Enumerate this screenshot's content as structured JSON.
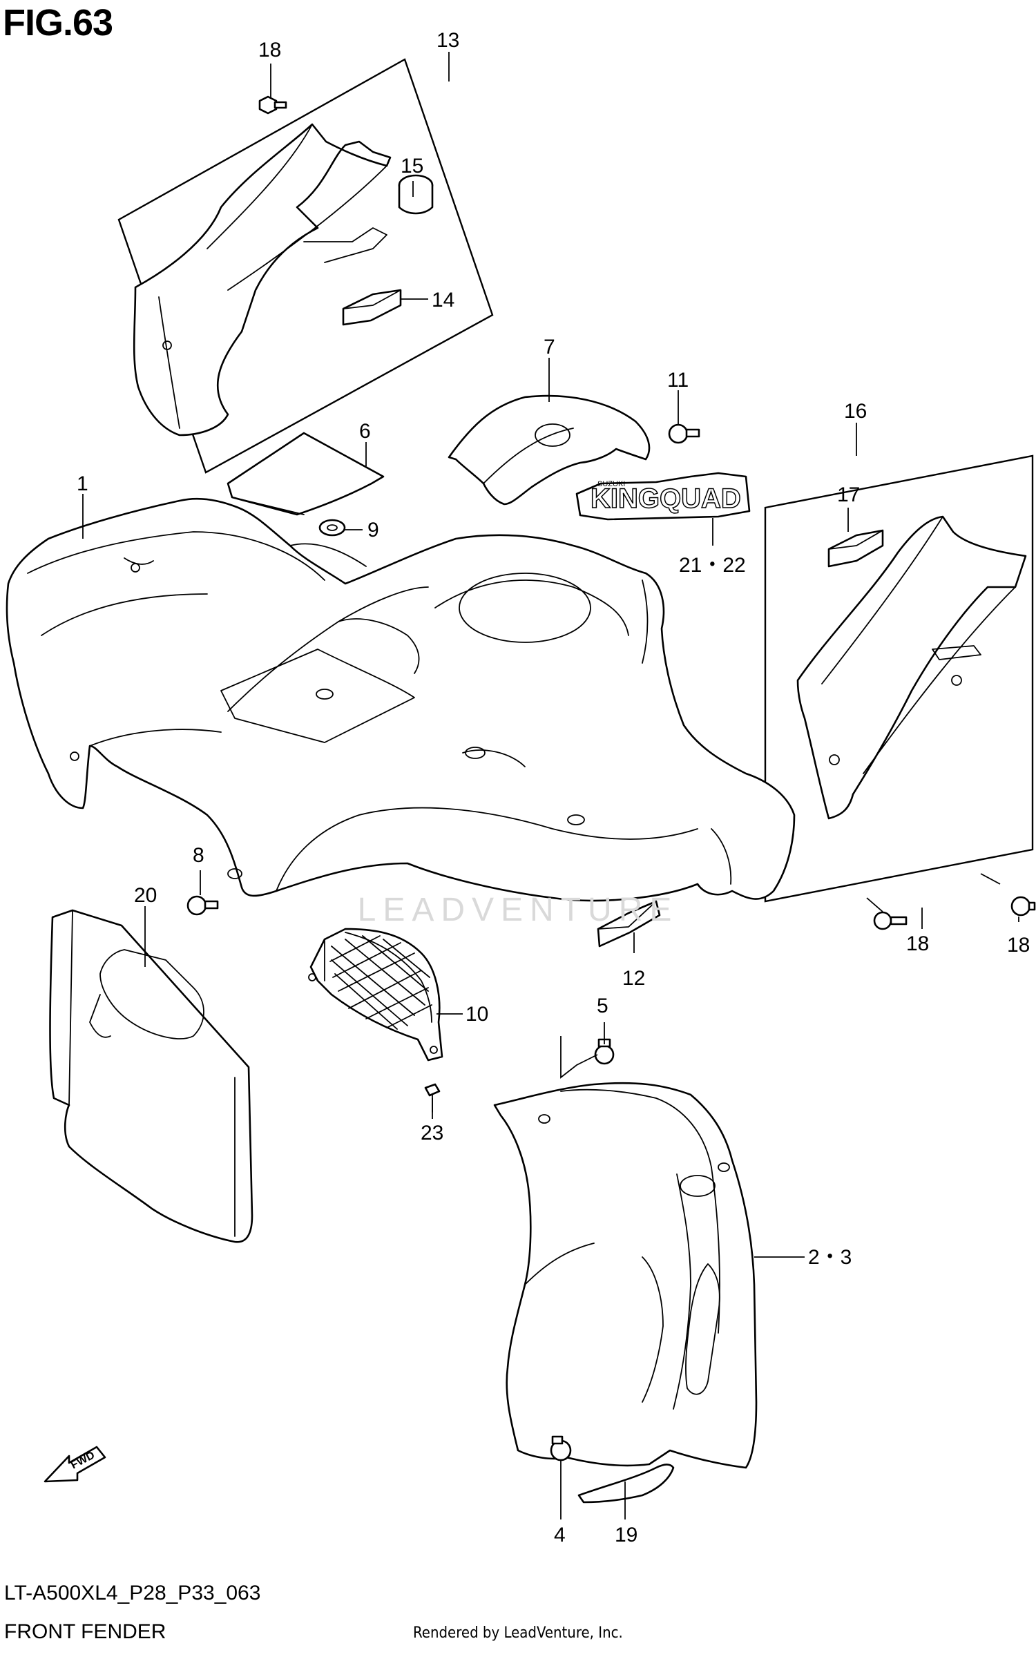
{
  "figure": {
    "title": "FIG.63",
    "model_code": "LT-A500XL4_P28_P33_063",
    "section_title": "FRONT FENDER",
    "rendered_by": "Rendered by LeadVenture, Inc.",
    "watermark": "LEADVENTURE",
    "fwd_arrow_label": "FWD",
    "decal_text": "KINGQUAD",
    "decal_brand": "SUZUKI"
  },
  "callouts": [
    {
      "id": "c18a",
      "label": "18"
    },
    {
      "id": "c13",
      "label": "13"
    },
    {
      "id": "c15",
      "label": "15"
    },
    {
      "id": "c14",
      "label": "14"
    },
    {
      "id": "c7",
      "label": "7"
    },
    {
      "id": "c11",
      "label": "11"
    },
    {
      "id": "c16",
      "label": "16"
    },
    {
      "id": "c6",
      "label": "6"
    },
    {
      "id": "c1",
      "label": "1"
    },
    {
      "id": "c9",
      "label": "9"
    },
    {
      "id": "c17",
      "label": "17"
    },
    {
      "id": "c2122",
      "label": "21・22"
    },
    {
      "id": "c8",
      "label": "8"
    },
    {
      "id": "c20",
      "label": "20"
    },
    {
      "id": "c18b",
      "label": "18"
    },
    {
      "id": "c18c",
      "label": "18"
    },
    {
      "id": "c12",
      "label": "12"
    },
    {
      "id": "c10",
      "label": "10"
    },
    {
      "id": "c5",
      "label": "5"
    },
    {
      "id": "c23",
      "label": "23"
    },
    {
      "id": "c23b",
      "label": "2・3"
    },
    {
      "id": "c4",
      "label": "4"
    },
    {
      "id": "c19",
      "label": "19"
    }
  ]
}
